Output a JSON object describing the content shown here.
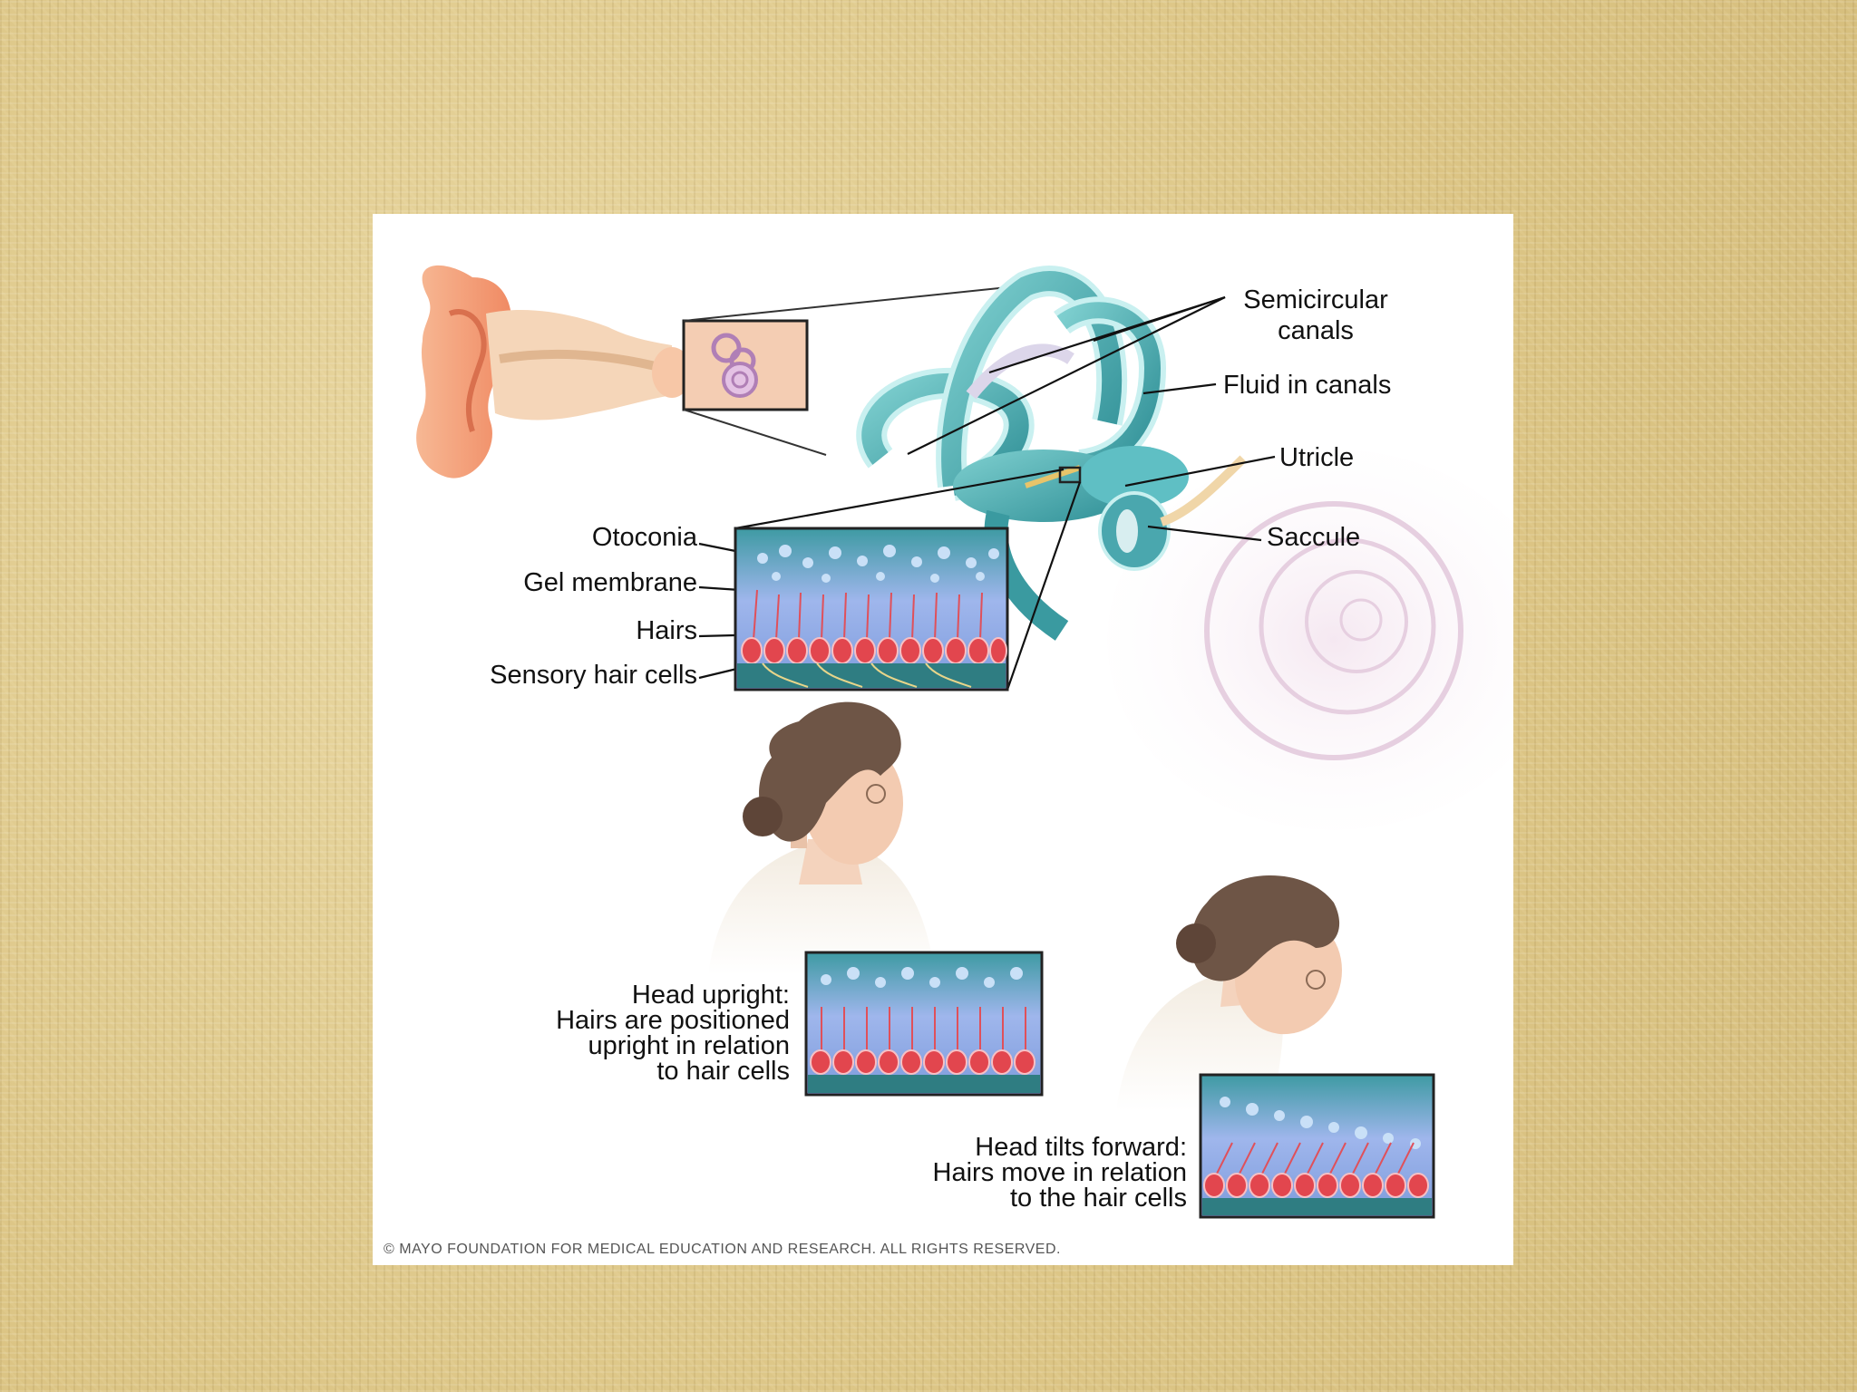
{
  "labels": {
    "semicircular": [
      "Semicircular",
      "canals"
    ],
    "fluid": "Fluid in canals",
    "utricle": "Utricle",
    "saccule": "Saccule",
    "otoconia": "Otoconia",
    "gel": "Gel membrane",
    "hairs": "Hairs",
    "sensory": "Sensory hair cells"
  },
  "captions": {
    "upright": [
      "Head upright:",
      "Hairs are positioned",
      "upright in relation",
      "to hair cells"
    ],
    "tilt": [
      "Head tilts forward:",
      "Hairs move in relation",
      "to the hair cells"
    ]
  },
  "copyright": "© MAYO FOUNDATION FOR MEDICAL EDUCATION AND RESEARCH. ALL RIGHTS RESERVED.",
  "colors": {
    "background": "#e2cd8f",
    "canal": "#4fb3b8",
    "ear": "#f2a27c",
    "gel": "#8fa6e0",
    "hair_cells": "#e2464e",
    "base": "#3a8f8f"
  }
}
